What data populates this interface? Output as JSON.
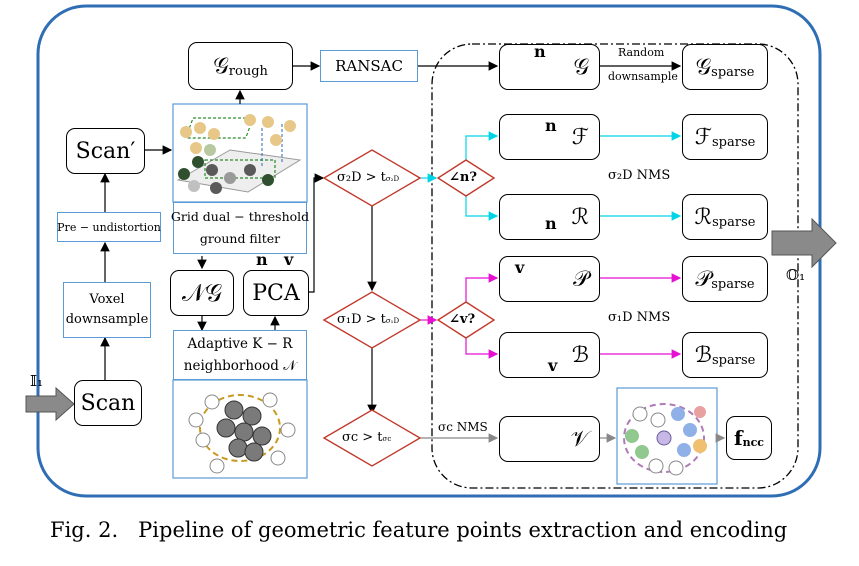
{
  "caption": {
    "fig": "Fig. 2.",
    "text": "Pipeline of geometric feature points extraction and encoding"
  },
  "inputs": {
    "input_label": "𝕀₁",
    "output_label": "𝕆₁"
  },
  "boxes": {
    "scan": "Scan",
    "voxel_line1": "Voxel",
    "voxel_line2": "downsample",
    "pre_undistortion": "Pre − undistortion",
    "scan_prime": "Scan′",
    "g_rough": "𝒢",
    "g_rough_sub": "rough",
    "ransac": "RANSAC",
    "grid_line1": "Grid dual − threshold",
    "grid_line2": "ground filter",
    "ng": "𝒩𝒢",
    "pca": "PCA",
    "adaptive_line1": "Adaptive K − R",
    "adaptive_line2": "neighborhood 𝒩"
  },
  "pca_outputs": {
    "n": "n",
    "v": "v"
  },
  "diamonds": {
    "sigma2d": "σ₂D > t",
    "sigma2d_sub": "σ₂D",
    "sigma1d": "σ₁D > t",
    "sigma1d_sub": "σ₁D",
    "sigmac": "σc > t",
    "sigmac_sub": "σc",
    "angle_n": "∠n?",
    "angle_v": "∠v?"
  },
  "features": {
    "g": "𝒢",
    "f": "ℱ",
    "r": "ℛ",
    "p": "𝒫",
    "b": "ℬ",
    "v": "𝒱",
    "g_sparse": "𝒢",
    "f_sparse": "ℱ",
    "r_sparse": "ℛ",
    "p_sparse": "𝒫",
    "b_sparse": "ℬ",
    "sparse_sub": "sparse",
    "fncc": "f",
    "fncc_sub": "ncc",
    "n_label": "n",
    "v_label": "v"
  },
  "edge_labels": {
    "random_line1": "Random",
    "random_line2": "downsample",
    "nms_2d": "σ₂D  NMS",
    "nms_1d": "σ₁D  NMS",
    "nms_c": "σc  NMS"
  },
  "colors": {
    "frame": "#2f6eb5",
    "box_blue": "#5b9bd5",
    "cyan": "#00d5e6",
    "magenta": "#e60fd2",
    "diamond": "#c0392b",
    "arrow_gray": "#808080"
  }
}
